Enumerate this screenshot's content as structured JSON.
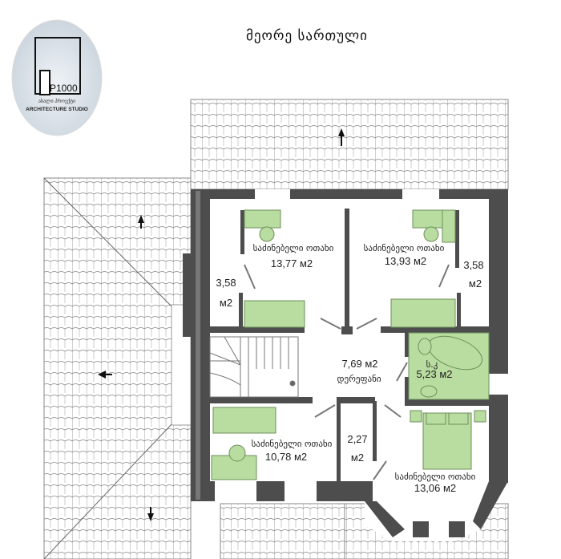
{
  "title": "მეორე სართული",
  "logo": {
    "mark": "P1000",
    "subtitle_ka": "ახალი პროექტი",
    "subtitle_en": "ARCHITECTURE STUDIO"
  },
  "rooms": [
    {
      "name": "საძინებელი ოთახი",
      "area": "13,77 м2"
    },
    {
      "name": "საძინებელი ოთახი",
      "area": "13,93 м2"
    },
    {
      "name": "დერეფანი",
      "area": "7,69 м2"
    },
    {
      "name": "ს.კ",
      "area": "5,23 м2"
    },
    {
      "name": "საძინებელი ოთახი",
      "area": "10,78 м2"
    },
    {
      "name": "საძინებელი ოთახი",
      "area": "13,06 м2"
    }
  ],
  "closets": [
    {
      "value": "3,58",
      "unit": "м2"
    },
    {
      "value": "3,58",
      "unit": "м2"
    },
    {
      "value": "2,27",
      "unit": "м2"
    }
  ],
  "colors": {
    "wall": "#4d4d4d",
    "furniture": "#b9dca0",
    "roof_line": "#777777"
  }
}
